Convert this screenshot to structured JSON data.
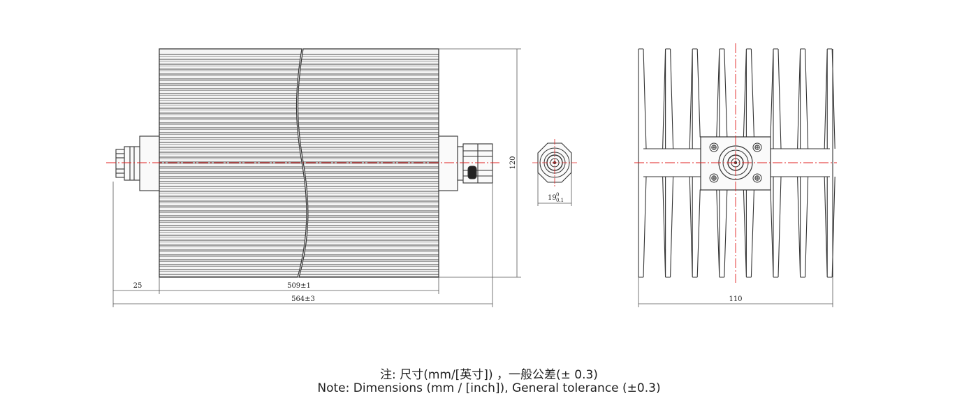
{
  "dimensions": {
    "connector_length": "25",
    "body_length": "509±1",
    "overall_length": "564±3",
    "height": "120",
    "connector_dia_main": "19",
    "connector_dia_upper": "0",
    "connector_dia_lower": "0.1",
    "width": "110"
  },
  "notes": {
    "zh": "注: 尺寸(mm/[英寸]) ，一般公差(± 0.3)",
    "en": "Note: Dimensions (mm / [inch]), General tolerance (±0.3)"
  },
  "colors": {
    "line": "#3a3a3a",
    "centerline": "#e02020",
    "dimension": "#555555"
  }
}
